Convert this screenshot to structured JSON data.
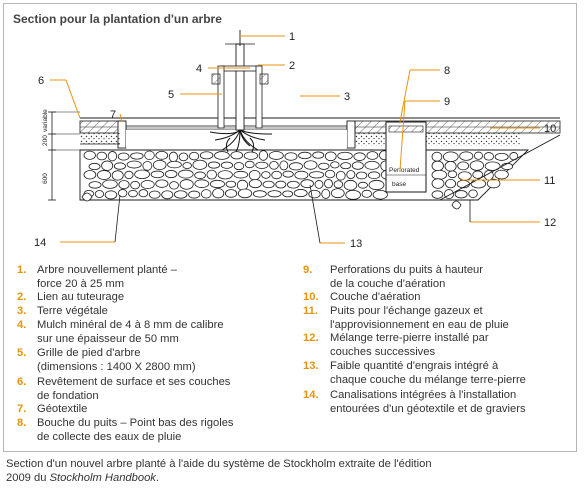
{
  "title": "Section pour la plantation d'un arbre",
  "callouts": [
    "1",
    "2",
    "3",
    "4",
    "5",
    "6",
    "7",
    "8",
    "9",
    "10",
    "11",
    "12",
    "13",
    "14"
  ],
  "dimension_labels": {
    "variable": "variable",
    "d200": "200",
    "d600": "600"
  },
  "inline_labels": {
    "perforated": "Perforated",
    "base": "base"
  },
  "legend": [
    {
      "num": "1.",
      "lines": [
        "Arbre nouvellement planté –",
        "force 20 à 25 mm"
      ]
    },
    {
      "num": "2.",
      "lines": [
        "Lien au tuteurage"
      ]
    },
    {
      "num": "3.",
      "lines": [
        "Terre végétale"
      ]
    },
    {
      "num": "4.",
      "lines": [
        "Mulch minéral de 4 à 8 mm de calibre",
        "sur une épaisseur de 50 mm"
      ]
    },
    {
      "num": "5.",
      "lines": [
        "Grille de pied d'arbre",
        "(dimensions : 1400 X 2800 mm)"
      ]
    },
    {
      "num": "6.",
      "lines": [
        "Revêtement de surface et ses couches",
        "de fondation"
      ]
    },
    {
      "num": "7.",
      "lines": [
        "Géotextile"
      ]
    },
    {
      "num": "8.",
      "lines": [
        "Bouche du puits – Point bas des rigoles",
        "de collecte des eaux de pluie"
      ]
    },
    {
      "num": "9.",
      "lines": [
        "Perforations du puits à hauteur",
        "de la couche d'aération"
      ]
    },
    {
      "num": "10.",
      "lines": [
        "Couche d'aération"
      ]
    },
    {
      "num": "11.",
      "lines": [
        "Puits pour l'échange gazeux et",
        "l'approvisionnement en eau de pluie"
      ]
    },
    {
      "num": "12.",
      "lines": [
        "Mélange terre-pierre installé par",
        "couches successives"
      ]
    },
    {
      "num": "13.",
      "lines": [
        "Faible quantité d'engrais intégré à",
        "chaque couche du mélange terre-pierre"
      ]
    },
    {
      "num": "14.",
      "lines": [
        "Canalisations intégrées à l'installation",
        "entourées d'un géotextile et de graviers"
      ]
    }
  ],
  "caption": {
    "line1": "Section d'un nouvel arbre planté à l'aide du système de Stockholm extraite de l'édition",
    "line2_prefix": "2009 du ",
    "line2_italic": "Stockholm Handbook",
    "line2_suffix": "."
  },
  "colors": {
    "accent": "#e8930c",
    "line": "#1a1a1a",
    "frame": "#b5b5b5"
  }
}
